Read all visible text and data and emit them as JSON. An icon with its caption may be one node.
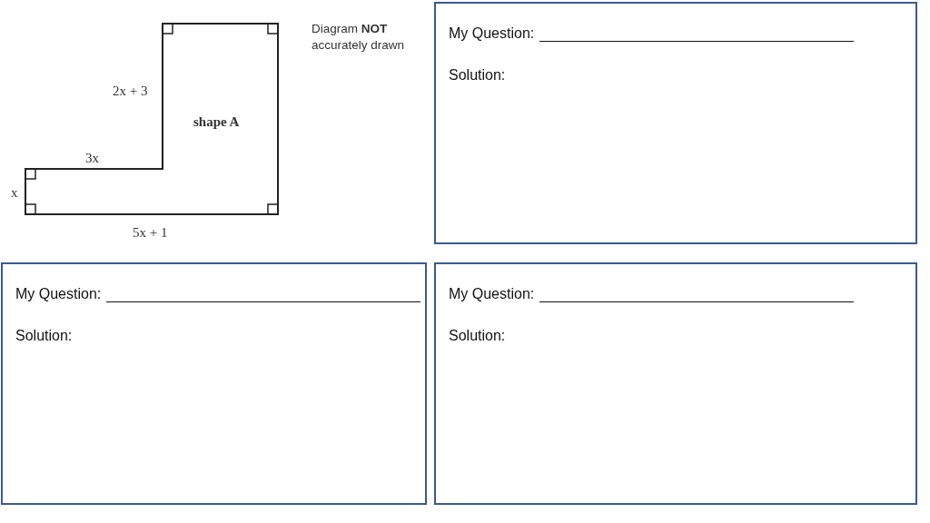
{
  "diagram": {
    "nodes": [
      {
        "text": [
          "shape A"
        ]
      },
      {
        "text": [
          "My Question:",
          "Solution:"
        ]
      },
      {
        "text": [
          "My Question:",
          "Solution:"
        ]
      },
      {
        "text": [
          "My Question:",
          "Solution:"
        ]
      }
    ],
    "labels": [
      "Diagram **NOT** accurately drawn",
      "2x + 3",
      "3x",
      "x",
      "5x + 1"
    ]
  }
}
